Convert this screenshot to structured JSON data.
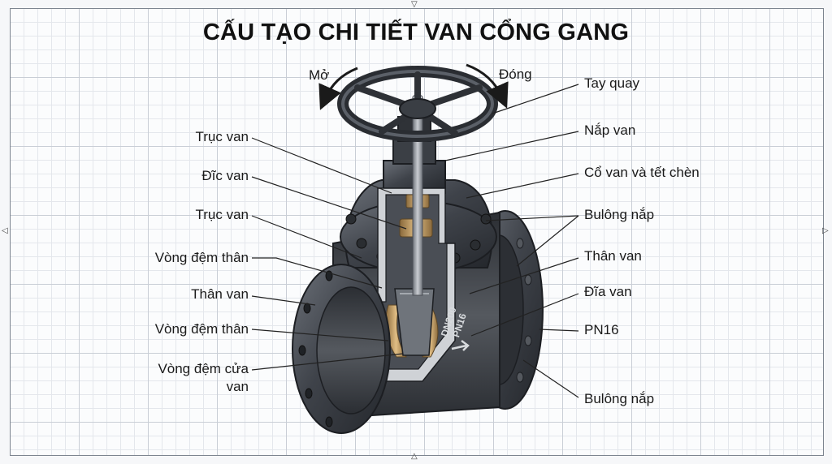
{
  "title": "CẤU TẠO CHI TIẾT VAN CỔNG GANG",
  "direction": {
    "open": "Mở",
    "close": "Đóng"
  },
  "valve_marking": {
    "size": "DN200",
    "pressure": "PN16"
  },
  "labels_left": [
    {
      "text": "Trục van"
    },
    {
      "text": "Đĩc van"
    },
    {
      "text": "Trục van"
    },
    {
      "text": "Vòng đệm thân"
    },
    {
      "text": "Thân van"
    },
    {
      "text": "Vòng đệm thân"
    },
    {
      "text": "Vòng đệm cửa",
      "text2": "van"
    }
  ],
  "labels_right": [
    {
      "text": "Tay quay"
    },
    {
      "text": "Nắp van"
    },
    {
      "text": "Cổ van và tết chèn"
    },
    {
      "text": "Bulông nắp"
    },
    {
      "text": "Thân van"
    },
    {
      "text": "Đĩa van"
    },
    {
      "text": "PN16"
    },
    {
      "text": "Bulông nắp"
    }
  ],
  "colors": {
    "body": "#3f434a",
    "body_light": "#6c7179",
    "body_dark": "#24272c",
    "brass": "#c8a064",
    "leader": "#222222"
  }
}
